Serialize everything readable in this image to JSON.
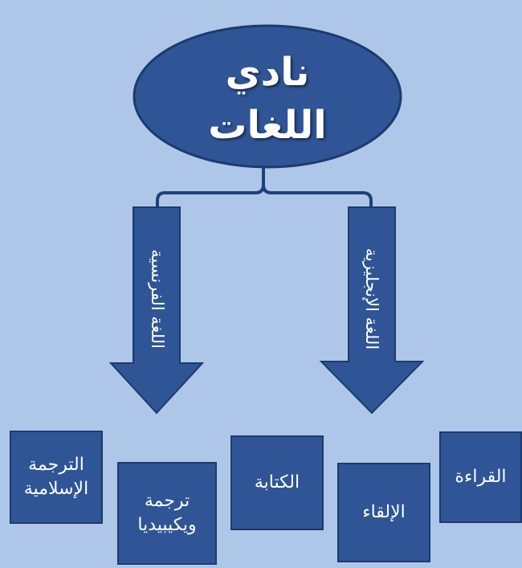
{
  "root": {
    "line1": "نادي",
    "line2": "اللغات"
  },
  "branches": [
    {
      "label": "اللغة الفرنسية"
    },
    {
      "label": "اللغة الإنجليزية"
    }
  ],
  "boxes": [
    {
      "label": "الترجمة\nالإسلامية"
    },
    {
      "label": "ترجمة\nويكيبيديا"
    },
    {
      "label": "الكتابة"
    },
    {
      "label": "الإلقاء"
    },
    {
      "label": "القراءة"
    }
  ],
  "colors": {
    "background": "#aec6e8",
    "fill": "#2f5597",
    "stroke": "#1c3a6e"
  }
}
